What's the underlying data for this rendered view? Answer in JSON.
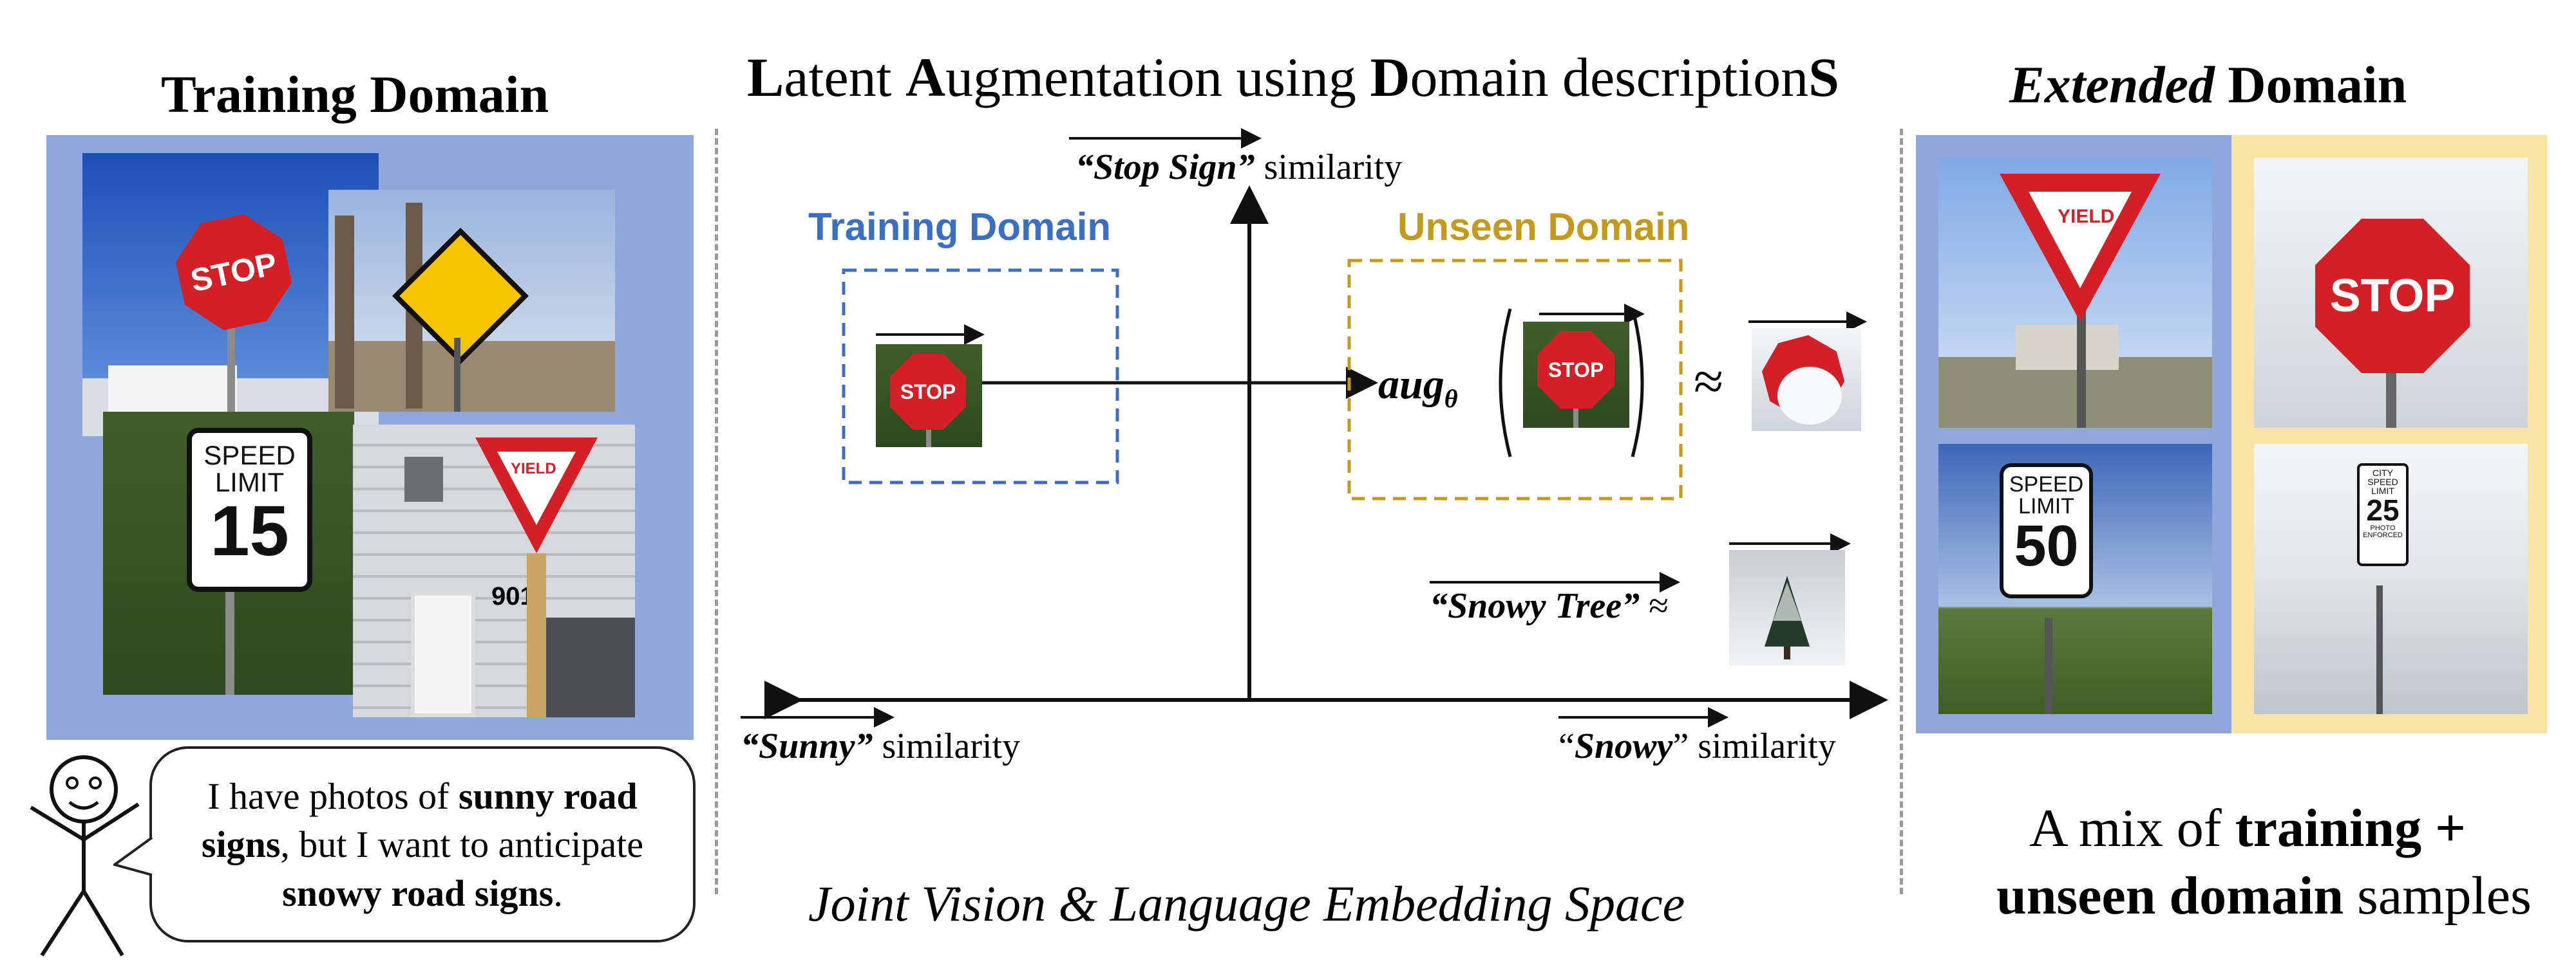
{
  "left": {
    "title": "Training Domain",
    "sign_stop": "STOP",
    "sign_speed_line1": "SPEED",
    "sign_speed_line2": "LIMIT",
    "sign_speed_value": "15",
    "sign_yield": "YIELD",
    "house_number": "901",
    "bubble": {
      "part1": "I have photos of ",
      "bold1": "sunny road signs",
      "part2": ", but I want to anticipate ",
      "bold2": "snowy road signs",
      "part3": "."
    },
    "panel_color": "#8ea8dd"
  },
  "center": {
    "title_parts": [
      "L",
      "atent ",
      "A",
      "ugmentation using ",
      "D",
      "omain description",
      "S"
    ],
    "training_label": "Training Domain",
    "training_color": "#3a6fc4",
    "unseen_label": "Unseen Domain",
    "unseen_color": "#c49a1c",
    "stop_sign_text": "“Stop Sign”",
    "similarity": " similarity",
    "sunny_text": "“Sunny”",
    "snowy_open": "“",
    "snowy_word": "Snowy",
    "snowy_close": "”",
    "snowy_tree_text": "“Snowy Tree”",
    "approx": "≈",
    "aug": "aug",
    "theta": "θ",
    "stop_small": "STOP",
    "footer": "Joint Vision & Language Embedding Space"
  },
  "right": {
    "title_italic": "Extended",
    "title_rest": " Domain",
    "sign_yield": "YIELD",
    "sign_stop": "STOP",
    "speed50_line1": "SPEED",
    "speed50_line2": "LIMIT",
    "speed50_value": "50",
    "speed25_line1": "CITY",
    "speed25_line2": "SPEED",
    "speed25_line3": "LIMIT",
    "speed25_value": "25",
    "speed25_line4": "PHOTO",
    "speed25_line5": "ENFORCED",
    "footer_line1_prefix": "A mix of ",
    "footer_line1_bold": "training +",
    "footer_line2_bold": "unseen domain",
    "footer_line2_rest": " samples",
    "blue_panel": "#8ea8dd",
    "yellow_panel": "#fbe4a3"
  },
  "icons": [
    "stick-figure-icon",
    "arrow-right-icon",
    "axis-arrow-icon"
  ]
}
